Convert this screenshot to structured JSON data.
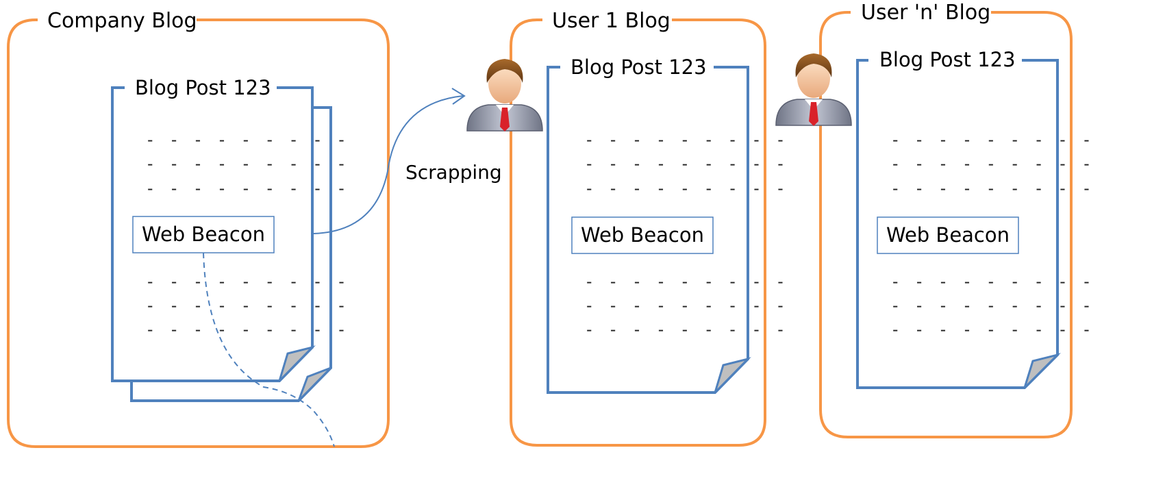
{
  "colors": {
    "blog_frame": "#F79646",
    "post_outline": "#4F81BD",
    "beacon_border": "#4F81BD",
    "arrow": "#4F81BD",
    "page_fold": "#BFBFBF",
    "background": "#FFFFFF"
  },
  "blogs": [
    {
      "title": "Company Blog",
      "post_title": "Blog Post 123",
      "beacon_label": "Web Beacon",
      "text_placeholder": "- - - - - - - - -"
    },
    {
      "title": "User 1 Blog",
      "post_title": "Blog Post 123",
      "beacon_label": "Web Beacon",
      "text_placeholder": "- - - - - - - - -",
      "user_icon": "businessman-icon"
    },
    {
      "title": "User 'n' Blog",
      "post_title": "Blog Post 123",
      "beacon_label": "Web Beacon",
      "text_placeholder": "- - - - - - - - -",
      "user_icon": "businessman-icon"
    }
  ],
  "connections": {
    "scrap_label": "Scrapping",
    "scrap_arrow_icon": "curved-arrow-icon",
    "beacon_line_icon": "dashed-curve-icon"
  }
}
